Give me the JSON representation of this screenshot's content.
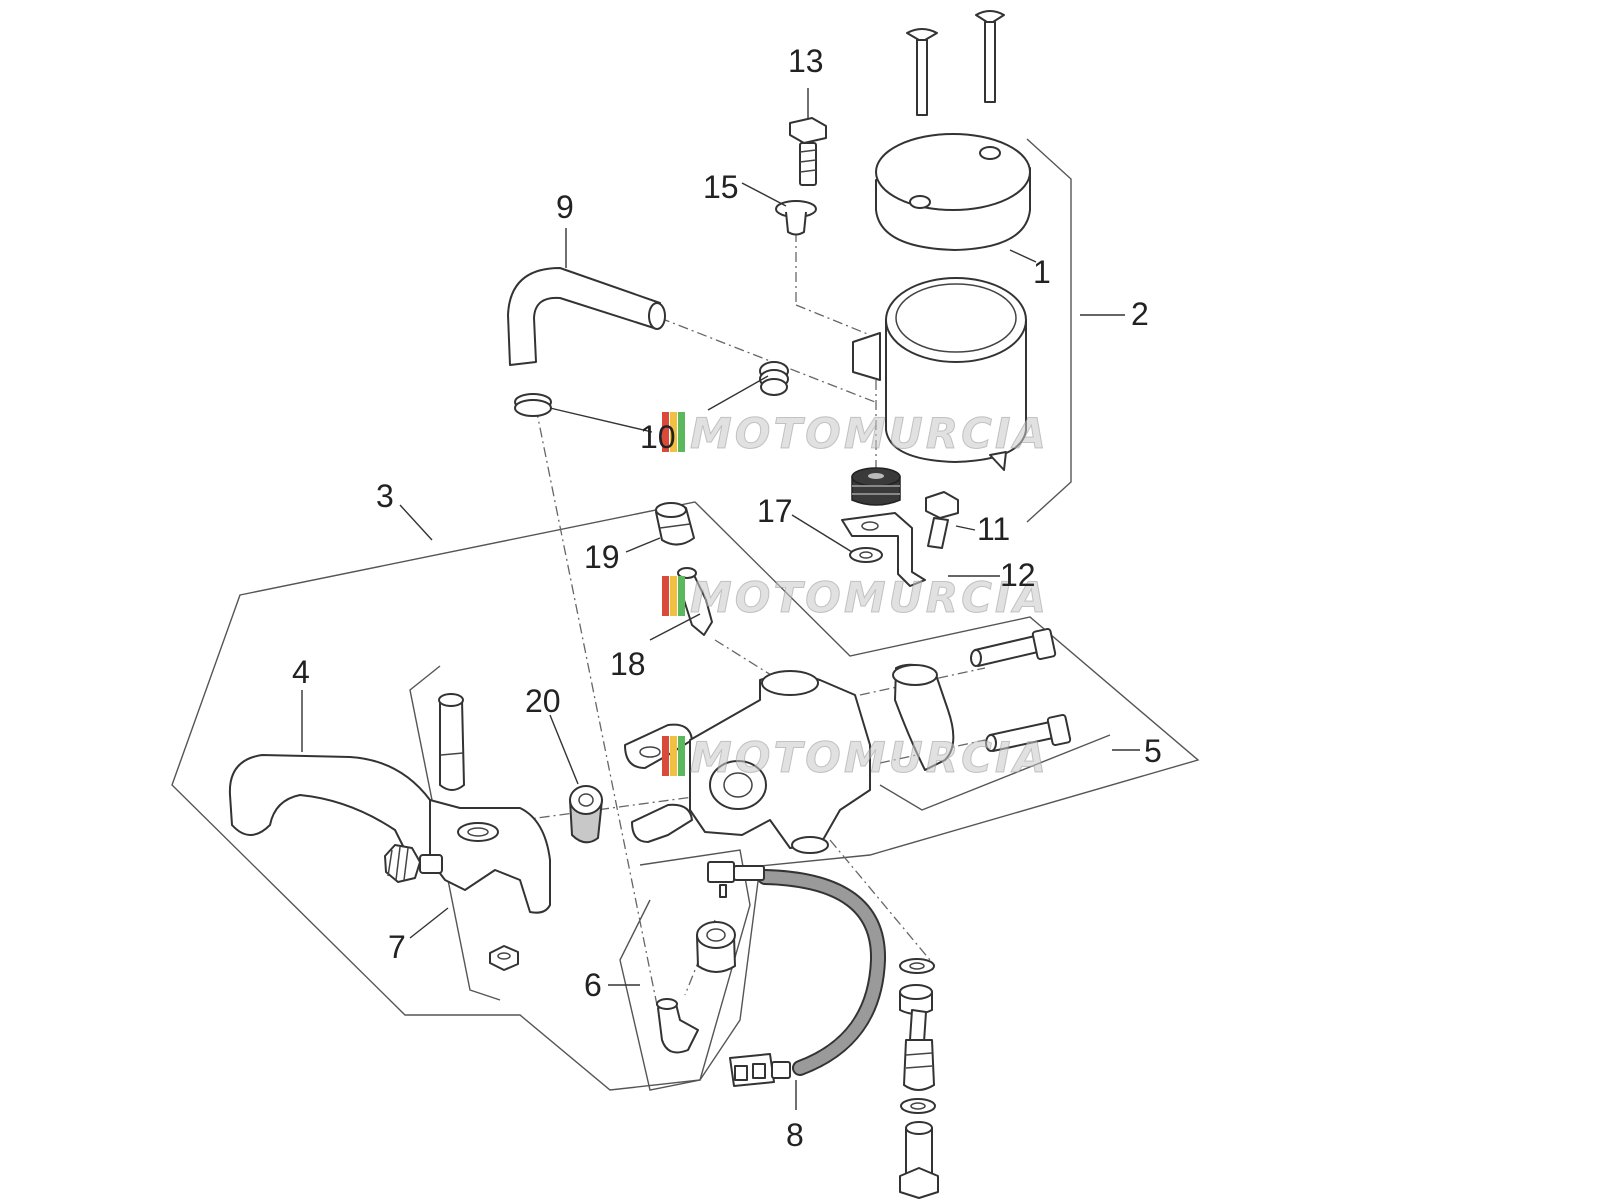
{
  "diagram": {
    "callouts": [
      "1",
      "2",
      "3",
      "4",
      "5",
      "6",
      "7",
      "8",
      "9",
      "10",
      "11",
      "12",
      "13",
      "15",
      "17",
      "18",
      "19",
      "20"
    ]
  },
  "watermark": {
    "text": "MOTOMURCIA",
    "colors": [
      "#d94a3a",
      "#f0c040",
      "#5cb85c",
      "#cfcfcf"
    ]
  }
}
